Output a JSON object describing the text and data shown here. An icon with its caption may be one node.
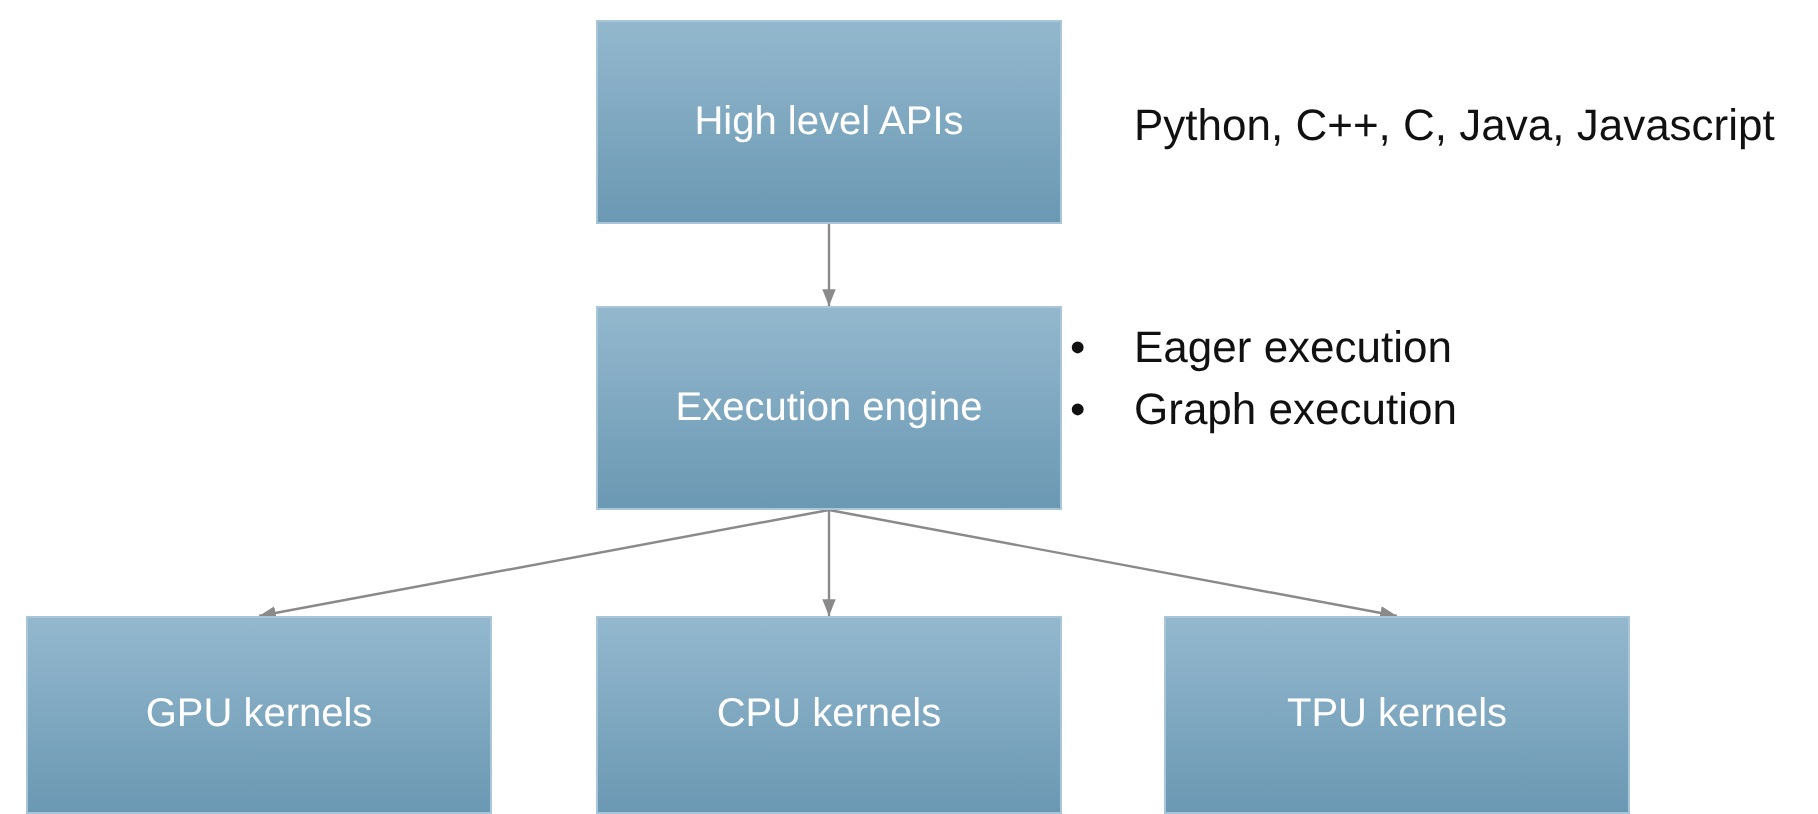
{
  "diagram": {
    "nodes": [
      {
        "text": [
          "High level APIs"
        ],
        "beside": [
          "Python, C++, C, Java, Javascript"
        ]
      },
      {
        "text": [
          "Execution engine"
        ],
        "beside": [
          "•",
          "Eager execution",
          "•",
          "Graph execution"
        ]
      },
      {
        "text": [
          "GPU kernels"
        ]
      },
      {
        "text": [
          "CPU kernels"
        ]
      },
      {
        "text": [
          "TPU kernels"
        ]
      }
    ],
    "edges": [
      {
        "from": 0,
        "to": 1,
        "arrow": "to"
      },
      {
        "from": 1,
        "to": 2,
        "arrow": "to"
      },
      {
        "from": 1,
        "to": 3,
        "arrow": "to"
      },
      {
        "from": 1,
        "to": 4,
        "arrow": "to"
      }
    ]
  }
}
